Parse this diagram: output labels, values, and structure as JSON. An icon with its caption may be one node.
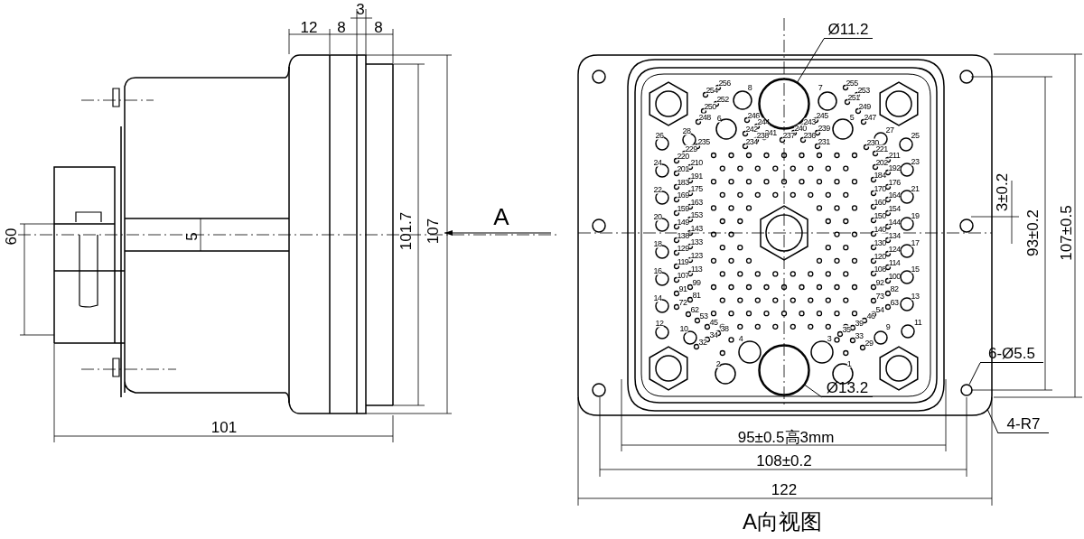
{
  "diagram": {
    "nodes": [
      {
        "text": [
          "Ø11.2"
        ]
      },
      {
        "text": [],
        "shape": "circle"
      },
      {
        "text": [
          "Ø13.2"
        ]
      },
      {
        "text": [],
        "shape": "circle"
      },
      {
        "text": [
          "6-Ø5.5"
        ]
      },
      {
        "text": [],
        "shape": "circle"
      },
      {
        "text": [
          "4-R7"
        ]
      }
    ],
    "edges": [
      {
        "from": 0,
        "to": 1,
        "arrow": "none"
      },
      {
        "from": 2,
        "to": 3,
        "arrow": "none"
      },
      {
        "from": 4,
        "to": 5,
        "arrow": "none"
      },
      {
        "from": 6,
        "to": null,
        "arrow": "none"
      }
    ],
    "labels": [
      "12",
      "8",
      "3",
      "8",
      "60",
      "5",
      "101.7",
      "107",
      "101",
      "A",
      "3±0.2",
      "93±0.2",
      "107±0.5",
      "95±0.5高3mm",
      "108±0.2",
      "122",
      "A向视图",
      "256",
      "254",
      "252",
      "250",
      "248",
      "8",
      "6",
      "246",
      "244",
      "242",
      "241",
      "238",
      "234",
      "237",
      "240",
      "243",
      "245",
      "239",
      "236",
      "231",
      "7",
      "255",
      "253",
      "251",
      "249",
      "5",
      "247",
      "26",
      "28",
      "235",
      "229",
      "220",
      "210",
      "201",
      "191",
      "183",
      "175",
      "169",
      "163",
      "159",
      "153",
      "149",
      "143",
      "138",
      "133",
      "129",
      "123",
      "119",
      "113",
      "107",
      "99",
      "91",
      "81",
      "72",
      "62",
      "53",
      "45",
      "38",
      "34",
      "32",
      "24",
      "22",
      "20",
      "18",
      "16",
      "14",
      "12",
      "10",
      "27",
      "25",
      "230",
      "221",
      "211",
      "202",
      "192",
      "184",
      "176",
      "170",
      "164",
      "160",
      "154",
      "150",
      "144",
      "140",
      "134",
      "130",
      "124",
      "120",
      "114",
      "108",
      "100",
      "92",
      "82",
      "73",
      "63",
      "54",
      "46",
      "39",
      "35",
      "33",
      "29",
      "23",
      "21",
      "19",
      "17",
      "15",
      "13",
      "11",
      "9",
      "4",
      "3",
      "2",
      "1"
    ]
  }
}
